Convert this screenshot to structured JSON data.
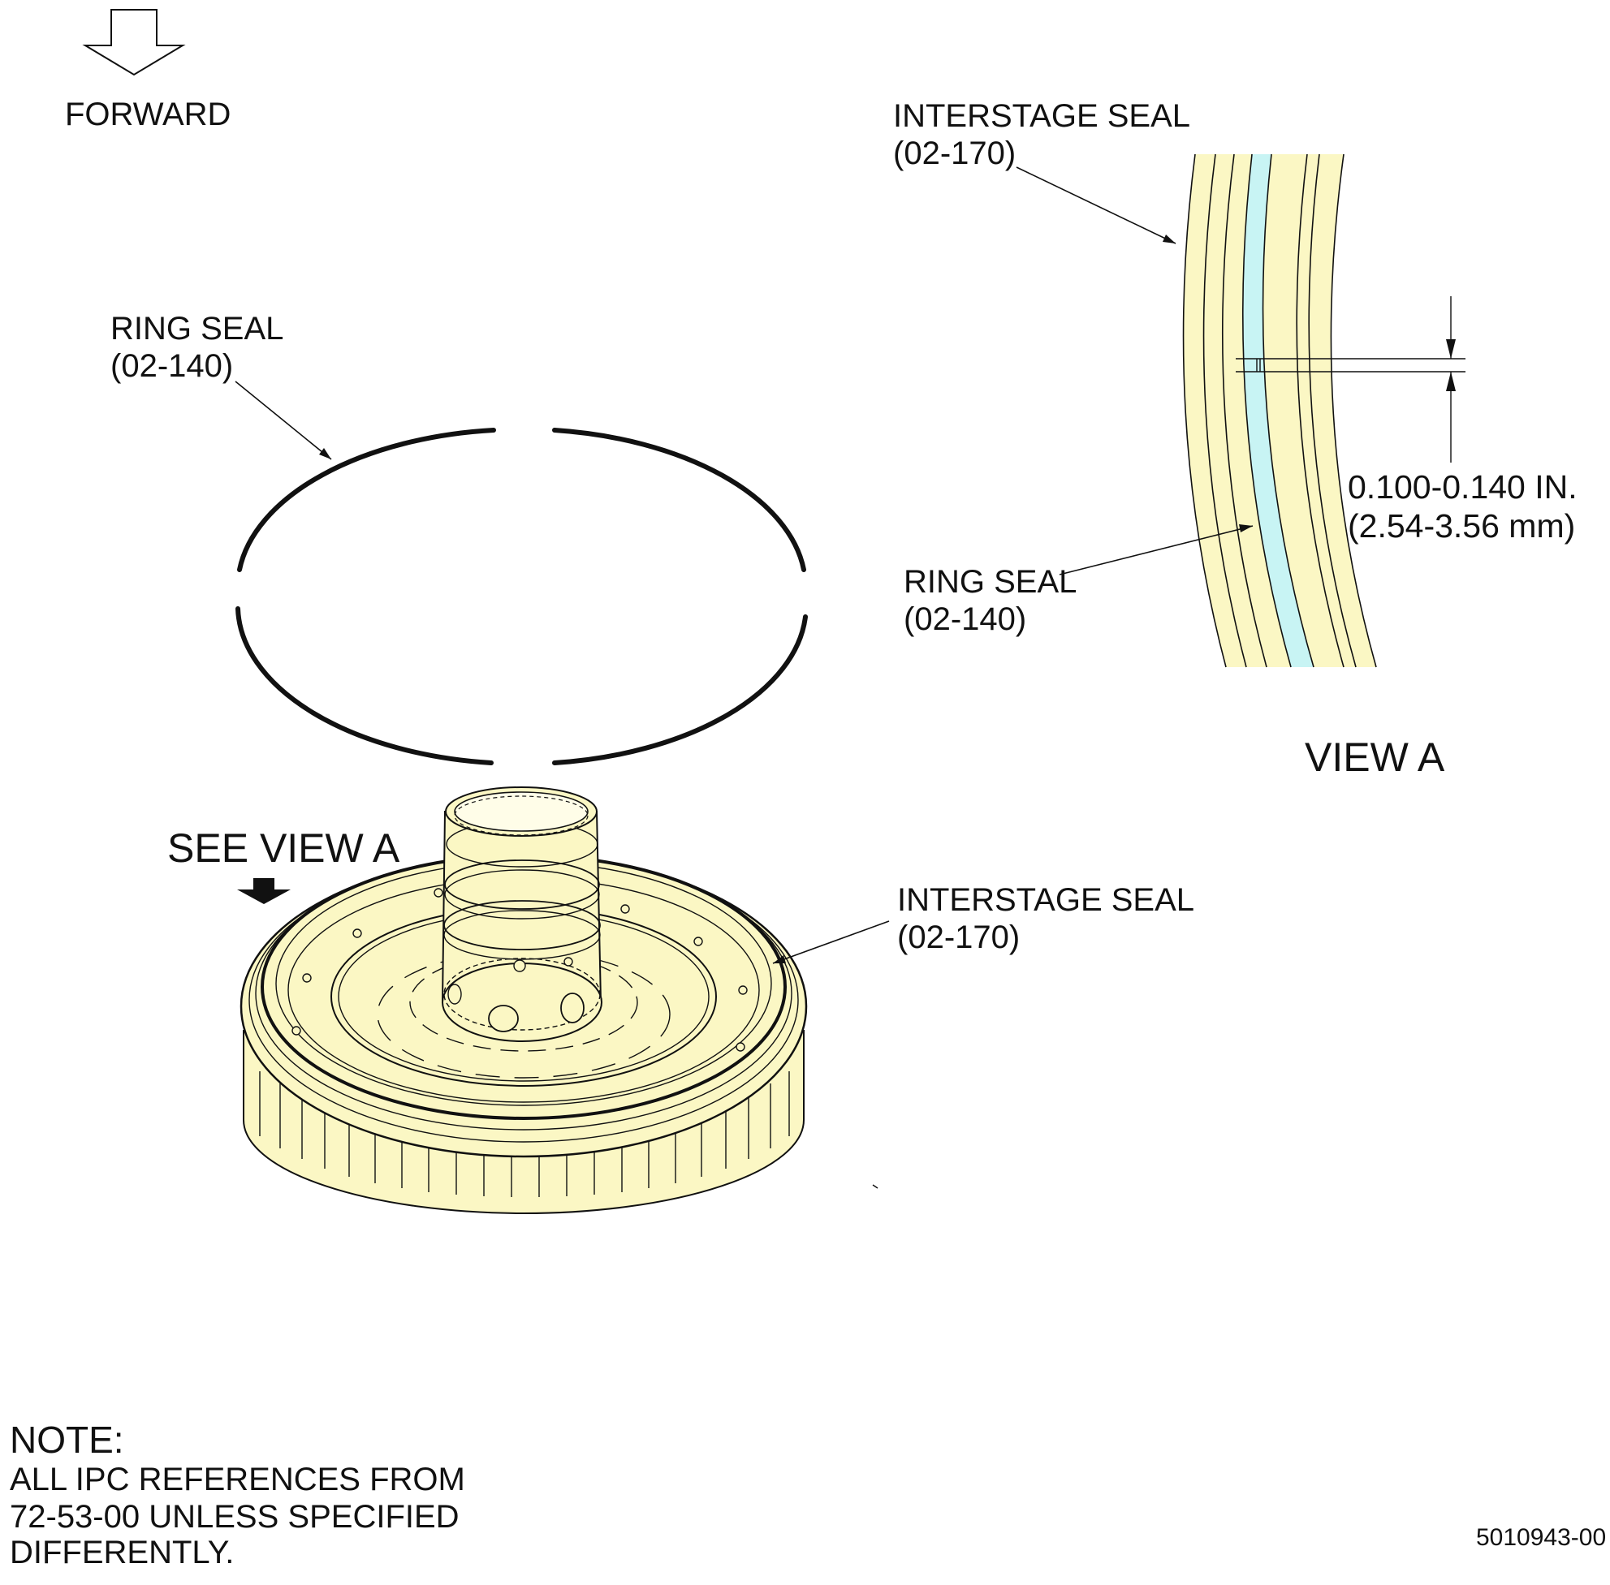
{
  "forward": {
    "label": "FORWARD"
  },
  "callouts": {
    "ring_seal_top": {
      "name": "RING SEAL",
      "ref": "(02-140)"
    },
    "interstage_seal_top": {
      "name": "INTERSTAGE SEAL",
      "ref": "(02-170)"
    },
    "ring_seal_view": {
      "name": "RING SEAL",
      "ref": "(02-140)"
    },
    "interstage_seal_part": {
      "name": "INTERSTAGE SEAL",
      "ref": "(02-170)"
    }
  },
  "dimension": {
    "inches": "0.100-0.140 IN.",
    "mm": "(2.54-3.56 mm)"
  },
  "view_a_title": "VIEW A",
  "see_view_a": "SEE VIEW A",
  "note": {
    "heading": "NOTE:",
    "lines": [
      "ALL IPC REFERENCES FROM",
      "72-53-00 UNLESS SPECIFIED",
      "DIFFERENTLY."
    ]
  },
  "doc_number": "5010943-00",
  "colors": {
    "part_fill": "#fbf7c4",
    "ring_seal_fill": "#c8f4f4",
    "line": "#111111"
  }
}
